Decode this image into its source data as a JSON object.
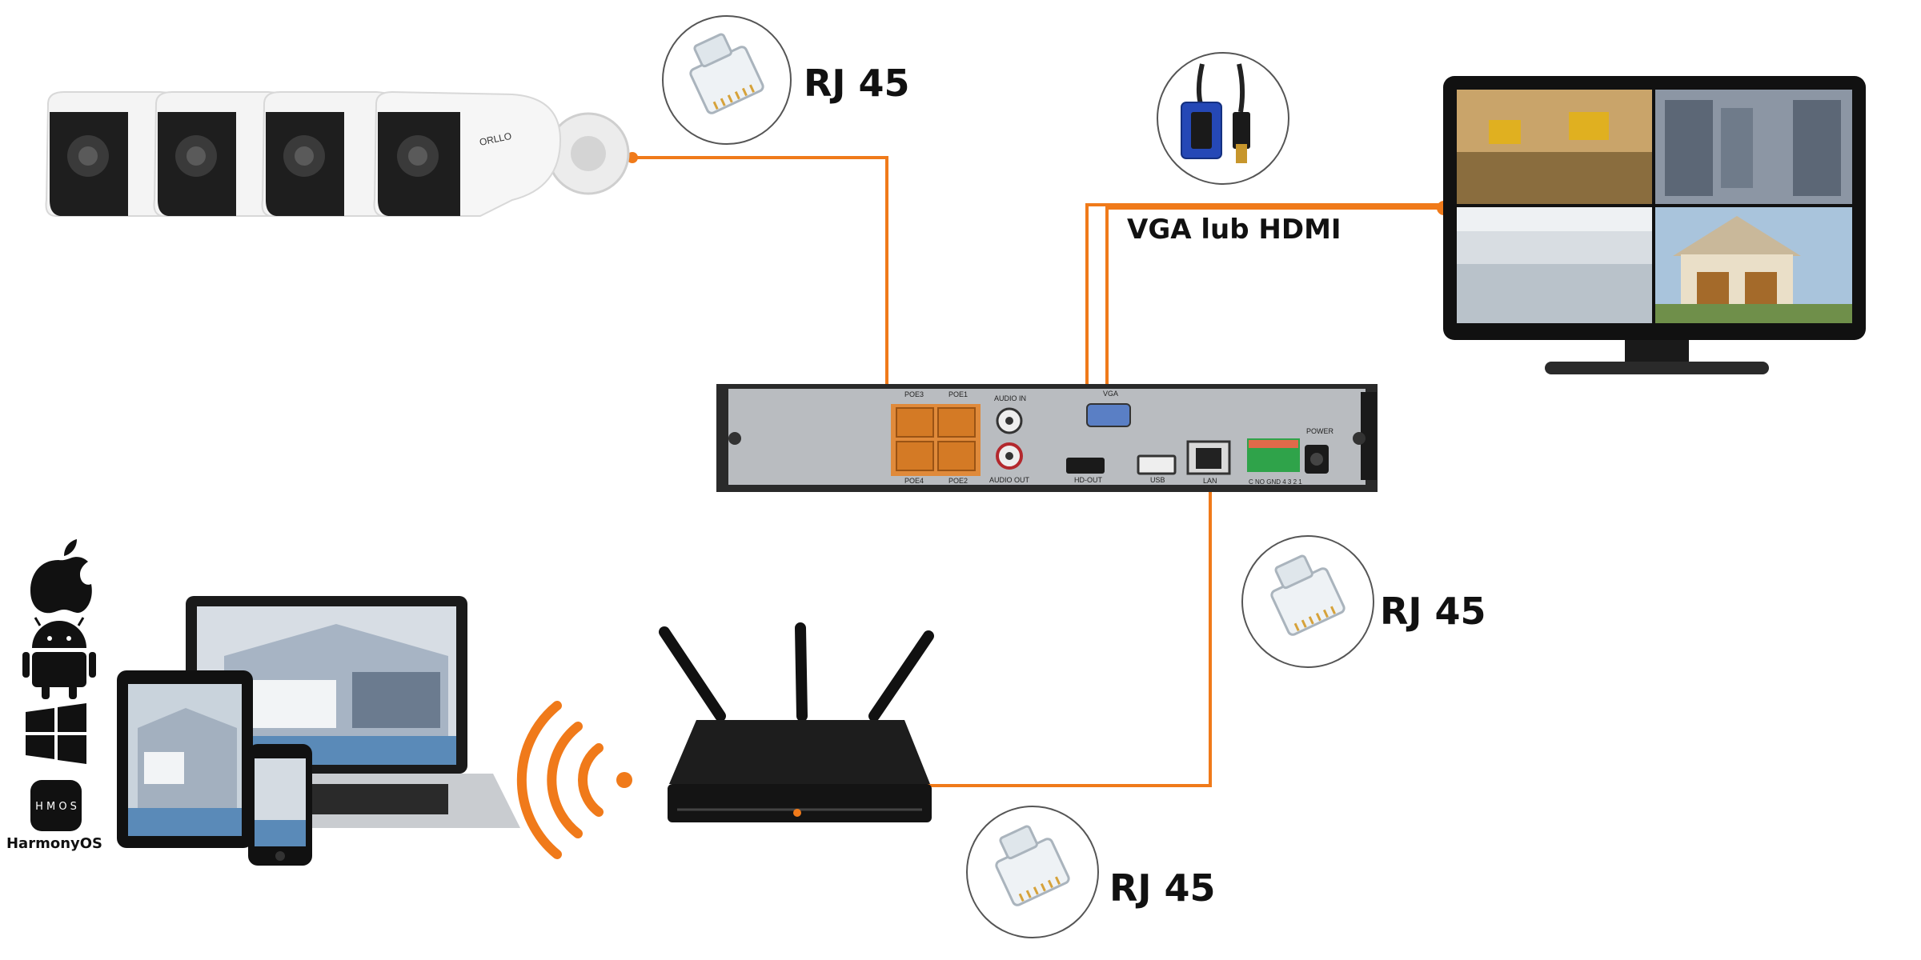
{
  "labels": {
    "rj45_camera": "RJ 45",
    "rj45_nvr": "RJ 45",
    "rj45_router": "RJ 45",
    "display_link": "VGA lub HDMI",
    "harmony": "HarmonyOS",
    "harmony_logo": "H M O S"
  },
  "cameras": {
    "count": 4,
    "brand": "ORLLO"
  },
  "nvr_ports": {
    "poe3": "POE3",
    "poe1": "POE1",
    "poe4": "POE4",
    "poe2": "POE2",
    "audio_in": "AUDIO IN",
    "audio_out": "AUDIO OUT",
    "vga": "VGA",
    "hdmi": "HD-OUT",
    "usb": "USB",
    "lan": "LAN",
    "alarm": "C NO GND 4 3 2 1",
    "power": "POWER"
  },
  "platforms": [
    "apple-icon",
    "android-icon",
    "windows-icon",
    "harmonyos-icon"
  ],
  "colors": {
    "cable": "#f07a1a",
    "device_black": "#1a1a1a",
    "nvr_panel": "#b9bcc0"
  }
}
